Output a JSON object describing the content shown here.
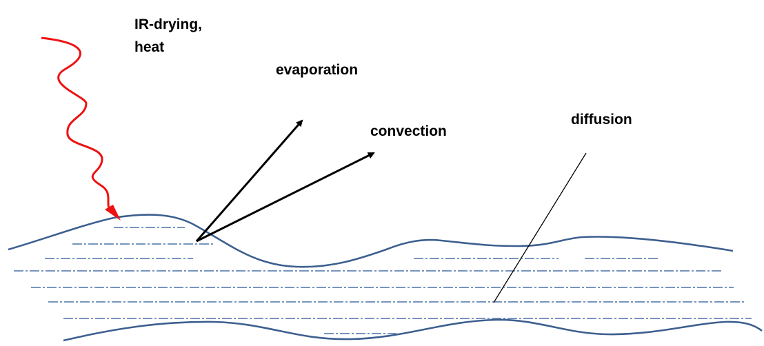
{
  "labels": {
    "ir_line1": "IR-drying,",
    "ir_line2": "heat",
    "evaporation": "evaporation",
    "convection": "convection",
    "diffusion": "diffusion"
  },
  "colors": {
    "heat": "#ee1111",
    "liquid": "#3d5f8f",
    "arrow": "#000000"
  }
}
